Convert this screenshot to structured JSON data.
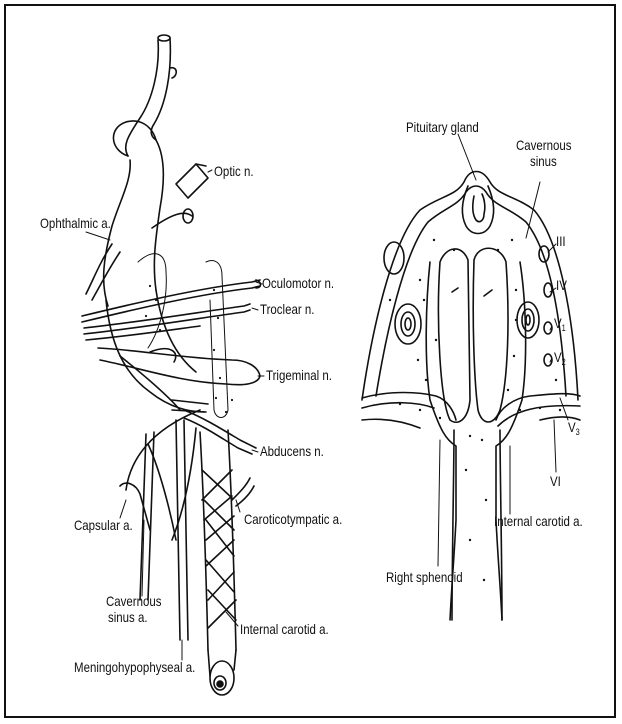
{
  "left_labels": {
    "optic_n": "Optic n.",
    "ophthalmic_a": "Ophthalmic a.",
    "oculomotor_n": "Oculomotor n.",
    "troclear_n": "Troclear n.",
    "trigeminal_n": "Trigeminal n.",
    "abducens_n": "Abducens n.",
    "caroticotympatic_a": "Caroticotympatic a.",
    "capsular_a": "Capsular a.",
    "cavernous_sinus_a_line1": "Cavernous",
    "cavernous_sinus_a_line2": "sinus a.",
    "internal_carotid_a": "Internal carotid a.",
    "meningohypophyseal_a": "Meningohypophyseal a."
  },
  "right_labels": {
    "pituitary_gland": "Pituitary gland",
    "cavernous_sinus_line1": "Cavernous",
    "cavernous_sinus_line2": "sinus",
    "nerve_III": "III",
    "nerve_IV": "IV",
    "nerve_V": "V",
    "nerve_V1_sub": "1",
    "nerve_V2_sub": "2",
    "nerve_V3_sub": "3",
    "nerve_VI": "VI",
    "internal_carotid_a": "Internal carotid a.",
    "right_sphenoid": "Right sphenoid"
  }
}
